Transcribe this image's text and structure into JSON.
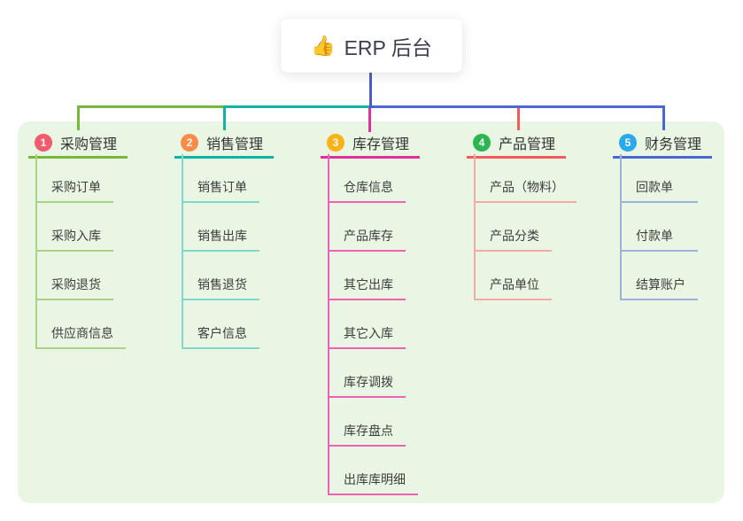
{
  "root": {
    "title": "ERP 后台",
    "icon": "👍"
  },
  "colors": {
    "panel_bg": "#e9f6e4",
    "stem": "#4a5cc8",
    "root_text": "#3b4050"
  },
  "branches": [
    {
      "num": "1",
      "title": "采购管理",
      "badge_color": "#f25b6b",
      "line_color": "#76b83c",
      "child_color": "#a9d383",
      "items": [
        "采购订单",
        "采购入库",
        "采购退货",
        "供应商信息"
      ]
    },
    {
      "num": "2",
      "title": "销售管理",
      "badge_color": "#fb8b48",
      "line_color": "#12b2a5",
      "child_color": "#7fd8cb",
      "items": [
        "销售订单",
        "销售出库",
        "销售退货",
        "客户信息"
      ]
    },
    {
      "num": "3",
      "title": "库存管理",
      "badge_color": "#fbb117",
      "line_color": "#e0309c",
      "child_color": "#ee61b4",
      "items": [
        "仓库信息",
        "产品库存",
        "其它出库",
        "其它入库",
        "库存调拨",
        "库存盘点",
        "出库库明细"
      ]
    },
    {
      "num": "4",
      "title": "产品管理",
      "badge_color": "#2cb553",
      "line_color": "#f85a5a",
      "child_color": "#f5a9a4",
      "items": [
        "产品（物料）",
        "产品分类",
        "产品单位"
      ]
    },
    {
      "num": "5",
      "title": "财务管理",
      "badge_color": "#2ba9ef",
      "line_color": "#4a68d4",
      "child_color": "#9db1dd",
      "items": [
        "回款单",
        "付款单",
        "结算账户"
      ]
    }
  ]
}
